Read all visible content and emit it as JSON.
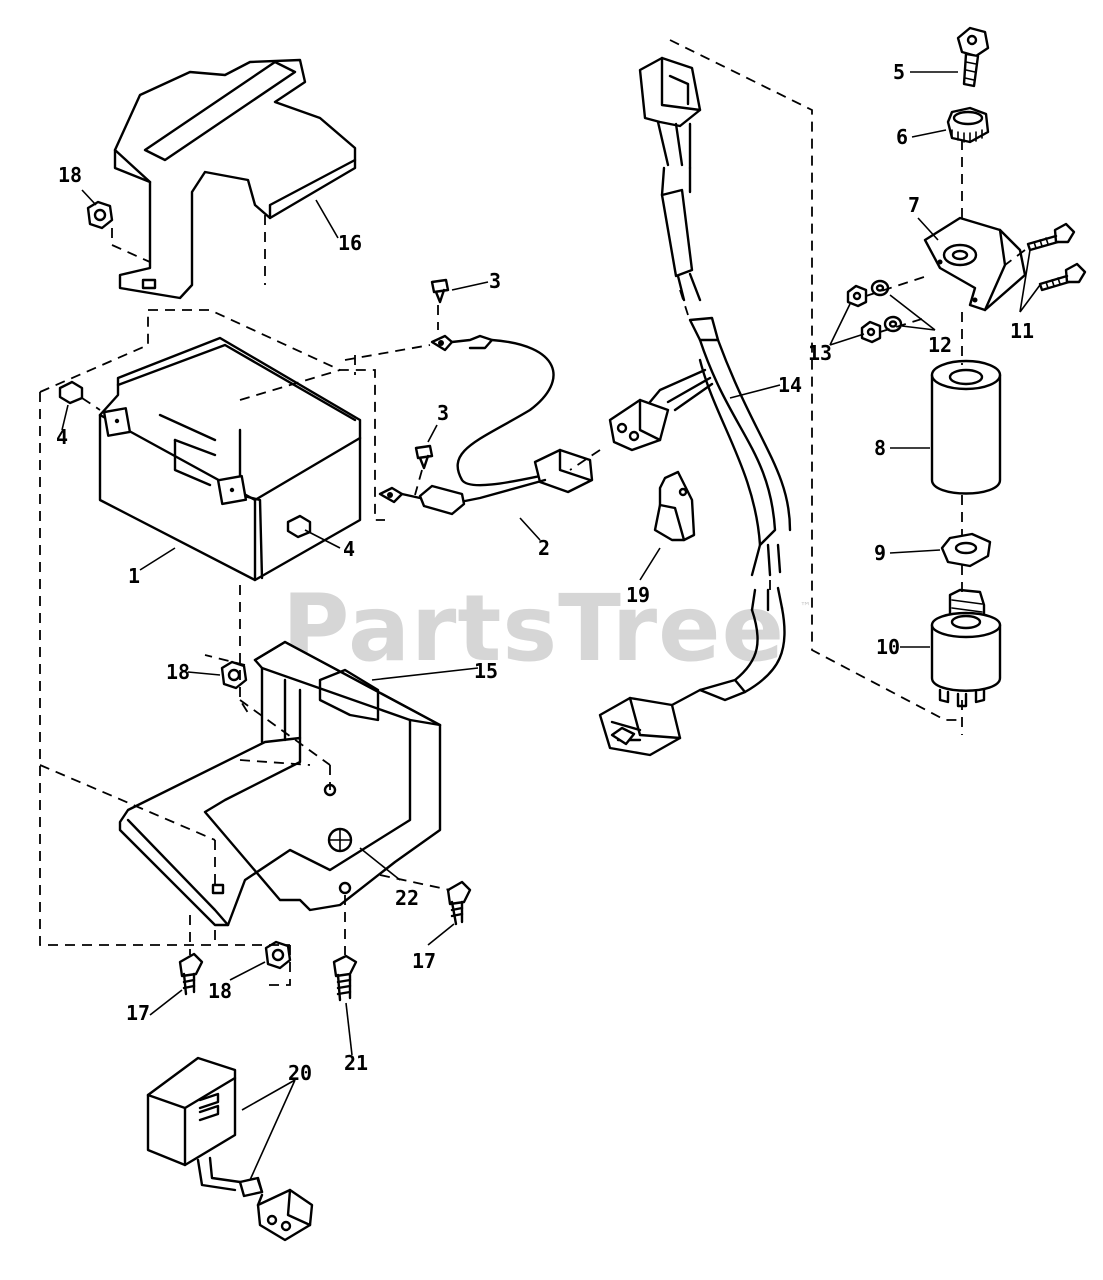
{
  "watermark": {
    "text": "PartsTree",
    "trademark": "™"
  },
  "callouts": {
    "c1": "1",
    "c2": "2",
    "c3a": "3",
    "c3b": "3",
    "c4a": "4",
    "c4b": "4",
    "c5": "5",
    "c6": "6",
    "c7": "7",
    "c8": "8",
    "c9": "9",
    "c10": "10",
    "c11": "11",
    "c12": "12",
    "c13": "13",
    "c14": "14",
    "c15": "15",
    "c16": "16",
    "c17a": "17",
    "c17b": "17",
    "c18a": "18",
    "c18b": "18",
    "c18c": "18",
    "c19": "19",
    "c20": "20",
    "c21": "21",
    "c22": "22"
  }
}
